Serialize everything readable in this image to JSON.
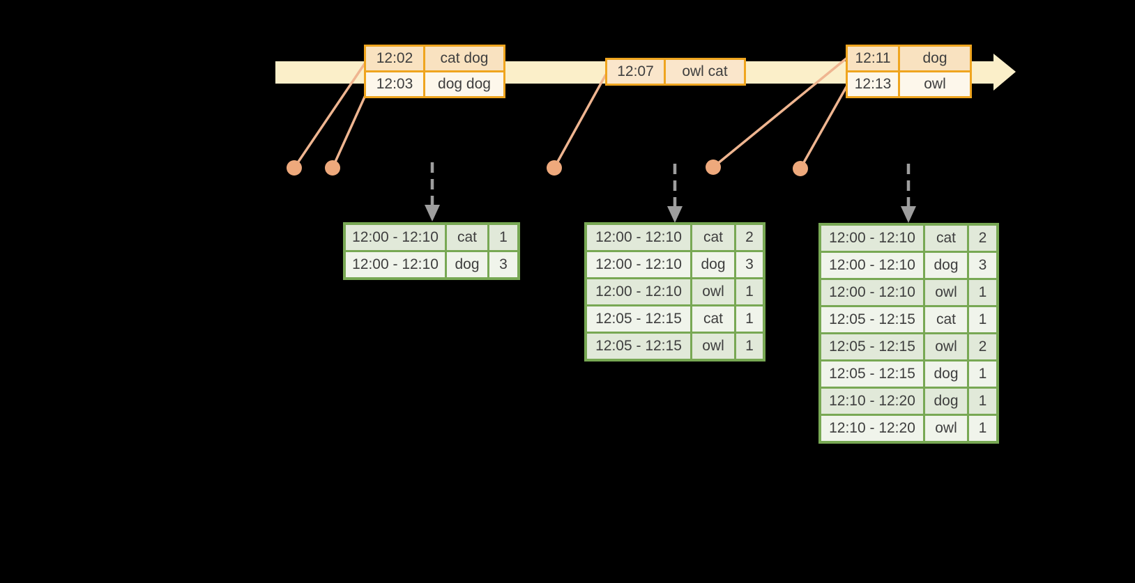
{
  "diagram_title": "windowed-word-count-timeline",
  "colors": {
    "background": "#000000",
    "timeline_band": "#FBEFC9",
    "event_table_border": "#EFA51F",
    "event_row_dark": "#F9E2C0",
    "event_row_light": "#FDF7EB",
    "event_row_mid": "#FAE6CB",
    "connector_line": "#EFB590",
    "marker_dot": "#EEA97C",
    "trigger_arrow": "#9E9E9E",
    "result_table_border": "#78A854",
    "result_row_dark": "#E1E9D9",
    "result_row_light": "#F0F4EB",
    "text": "#3E3E3E"
  },
  "event_tables": {
    "t1": {
      "rows": [
        {
          "time": "12:02",
          "words": "cat dog"
        },
        {
          "time": "12:03",
          "words": "dog dog"
        }
      ]
    },
    "t2": {
      "rows": [
        {
          "time": "12:07",
          "words": "owl cat"
        }
      ]
    },
    "t3": {
      "rows": [
        {
          "time": "12:11",
          "words": "dog"
        },
        {
          "time": "12:13",
          "words": "owl"
        }
      ]
    }
  },
  "result_tables": {
    "g1": {
      "rows": [
        {
          "window": "12:00 - 12:10",
          "word": "cat",
          "count": "1"
        },
        {
          "window": "12:00 - 12:10",
          "word": "dog",
          "count": "3"
        }
      ]
    },
    "g2": {
      "rows": [
        {
          "window": "12:00 - 12:10",
          "word": "cat",
          "count": "2"
        },
        {
          "window": "12:00 - 12:10",
          "word": "dog",
          "count": "3"
        },
        {
          "window": "12:00 - 12:10",
          "word": "owl",
          "count": "1"
        },
        {
          "window": "12:05 - 12:15",
          "word": "cat",
          "count": "1"
        },
        {
          "window": "12:05 - 12:15",
          "word": "owl",
          "count": "1"
        }
      ]
    },
    "g3": {
      "rows": [
        {
          "window": "12:00 - 12:10",
          "word": "cat",
          "count": "2"
        },
        {
          "window": "12:00 - 12:10",
          "word": "dog",
          "count": "3"
        },
        {
          "window": "12:00 - 12:10",
          "word": "owl",
          "count": "1"
        },
        {
          "window": "12:05 - 12:15",
          "word": "cat",
          "count": "1"
        },
        {
          "window": "12:05 - 12:15",
          "word": "owl",
          "count": "2"
        },
        {
          "window": "12:05 - 12:15",
          "word": "dog",
          "count": "1"
        },
        {
          "window": "12:10 - 12:20",
          "word": "dog",
          "count": "1"
        },
        {
          "window": "12:10 - 12:20",
          "word": "owl",
          "count": "1"
        }
      ]
    }
  }
}
